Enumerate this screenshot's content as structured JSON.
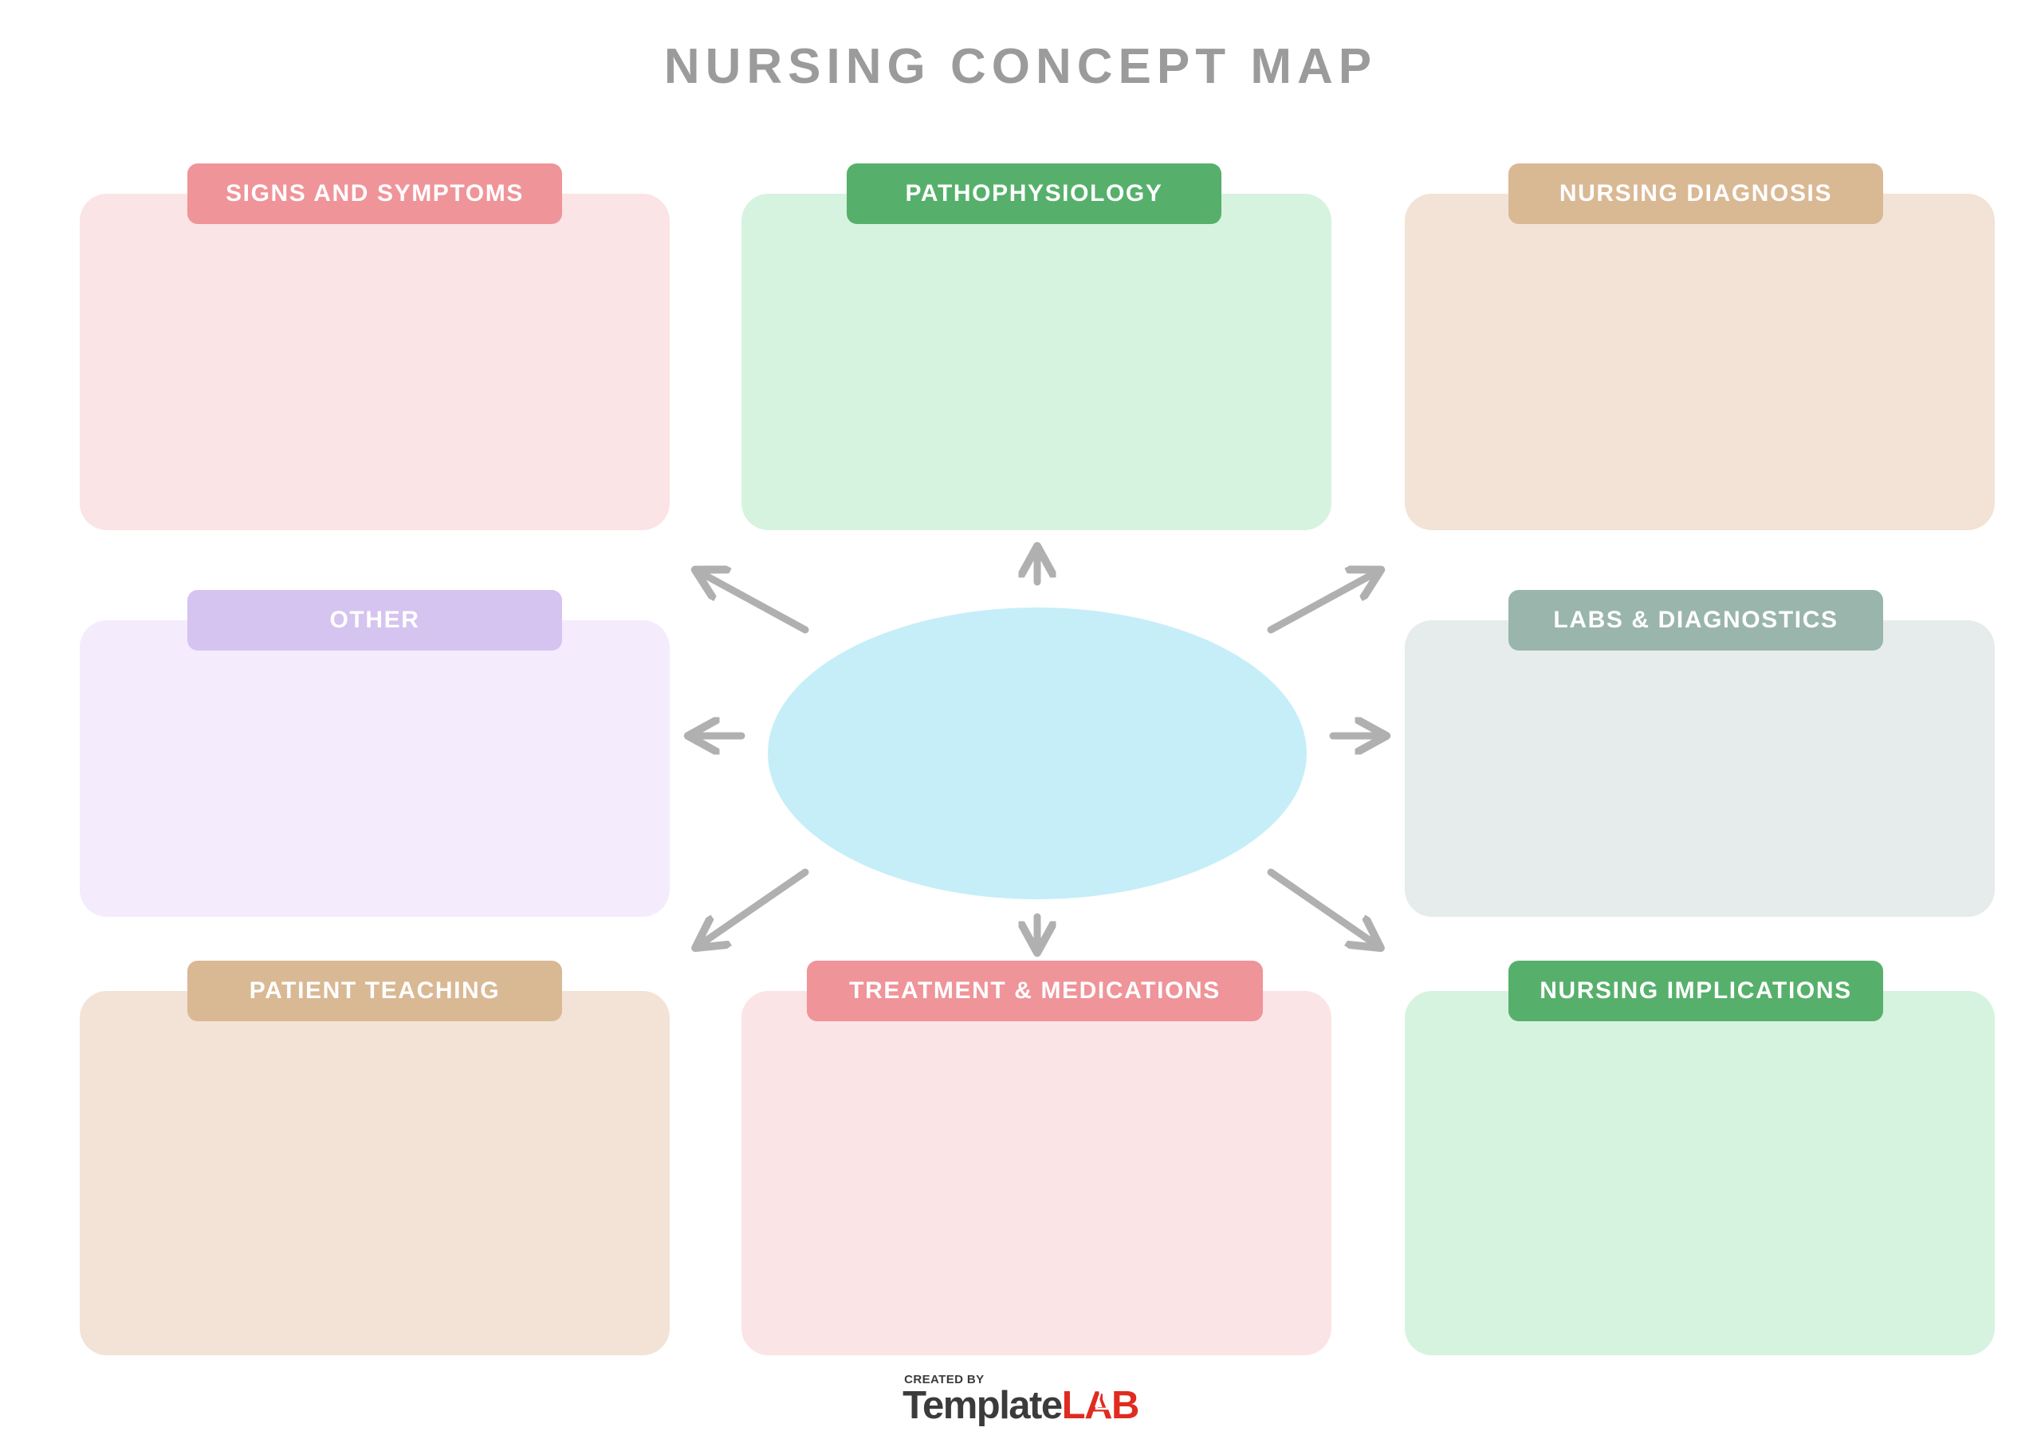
{
  "page": {
    "title": "NURSING CONCEPT MAP",
    "background_color": "#ffffff",
    "title_color": "#9b9b9b"
  },
  "center": {
    "shape": "ellipse",
    "label": "",
    "fill_color": "#c6eef8",
    "arrow_color": "#b0b0b0",
    "arrow_count": 8,
    "arrow_directions": [
      "up",
      "up-left",
      "up-right",
      "left",
      "right",
      "down",
      "down-left",
      "down-right"
    ]
  },
  "boxes": [
    {
      "id": "signs-and-symptoms",
      "header": "SIGNS AND SYMPTOMS",
      "content": "",
      "header_color": "#ef9499",
      "body_color": "#fbe4e5",
      "row": "top",
      "column": "left"
    },
    {
      "id": "pathophysiology",
      "header": "PATHOPHYSIOLOGY",
      "content": "",
      "header_color": "#56b06b",
      "body_color": "#d6f3df",
      "row": "top",
      "column": "center"
    },
    {
      "id": "nursing-diagnosis",
      "header": "NURSING DIAGNOSIS",
      "content": "",
      "header_color": "#d9b894",
      "body_color": "#f2e3d6",
      "row": "top",
      "column": "right"
    },
    {
      "id": "other",
      "header": "OTHER",
      "content": "",
      "header_color": "#d5c3f0",
      "body_color": "#f4ecfd",
      "row": "middle",
      "column": "left"
    },
    {
      "id": "labs-and-diagnostics",
      "header": "LABS & DIAGNOSTICS",
      "content": "",
      "header_color": "#9ab5ab",
      "body_color": "#e6eceb",
      "row": "middle",
      "column": "right"
    },
    {
      "id": "patient-teaching",
      "header": "PATIENT TEACHING",
      "content": "",
      "header_color": "#d9b894",
      "body_color": "#f2e3d6",
      "row": "bottom",
      "column": "left"
    },
    {
      "id": "treatment-and-medications",
      "header": "TREATMENT & MEDICATIONS",
      "content": "",
      "header_color": "#ef9499",
      "body_color": "#fbe4e5",
      "row": "bottom",
      "column": "center"
    },
    {
      "id": "nursing-implications",
      "header": "NURSING IMPLICATIONS",
      "content": "",
      "header_color": "#56b06b",
      "body_color": "#d6f3df",
      "row": "bottom",
      "column": "right"
    }
  ],
  "footer": {
    "created_by": "CREATED BY",
    "brand_primary": "Template",
    "brand_accent": "LAB",
    "brand_primary_color": "#3b3b3b",
    "brand_accent_color": "#e02b20"
  }
}
